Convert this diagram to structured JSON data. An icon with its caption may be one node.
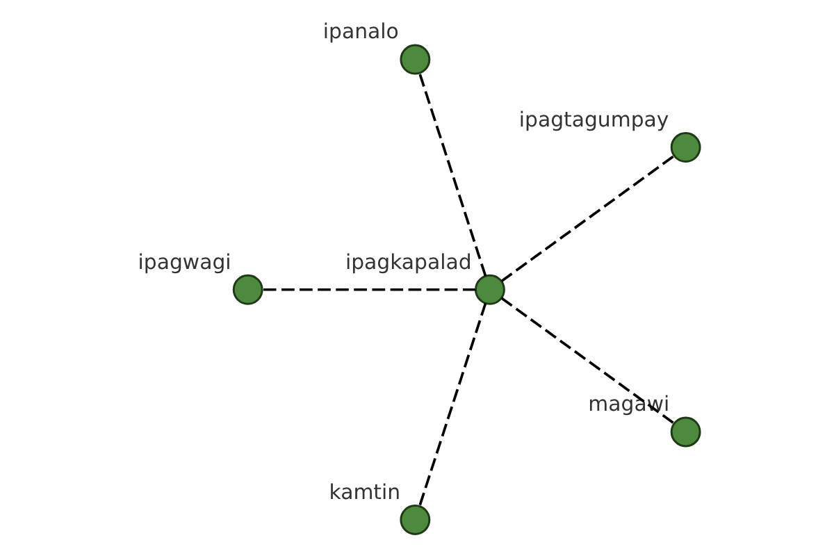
{
  "diagram": {
    "nodes": [
      {
        "text": [
          "ipanalo"
        ]
      },
      {
        "text": [
          "ipagtagumpay"
        ]
      },
      {
        "text": [
          "ipagkapalad"
        ]
      },
      {
        "text": [
          "magawi"
        ]
      },
      {
        "text": [
          "ipagwagi"
        ]
      },
      {
        "text": [
          "kamtin"
        ]
      }
    ],
    "edges": [
      {
        "from": 2,
        "to": 0,
        "arrow": "none",
        "style": "dashed"
      },
      {
        "from": 2,
        "to": 1,
        "arrow": "none",
        "style": "dashed"
      },
      {
        "from": 2,
        "to": 3,
        "arrow": "none",
        "style": "dashed"
      },
      {
        "from": 2,
        "to": 5,
        "arrow": "none",
        "style": "dashed"
      },
      {
        "from": 2,
        "to": 4,
        "arrow": "none",
        "style": "dashed"
      }
    ]
  }
}
